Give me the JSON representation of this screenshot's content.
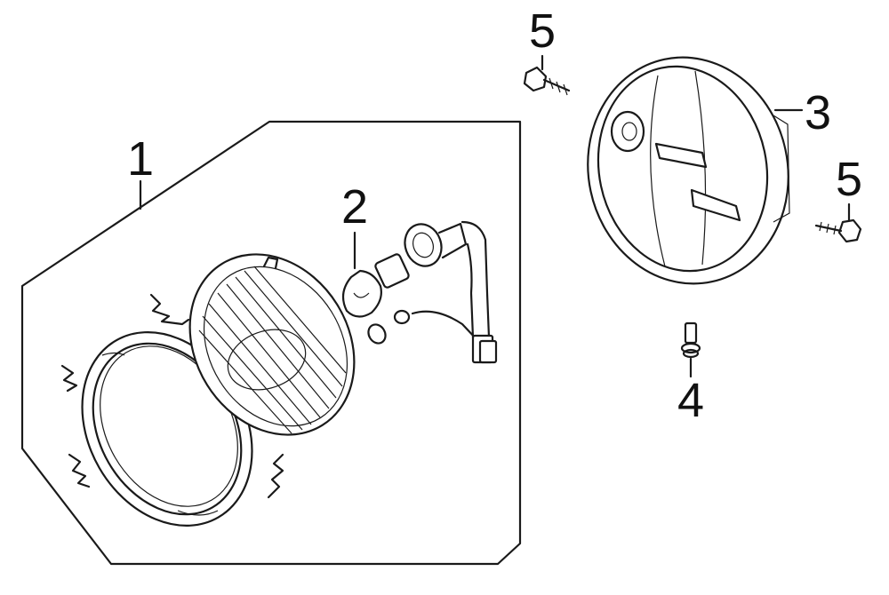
{
  "callouts": {
    "c1": "1",
    "c2": "2",
    "c3": "3",
    "c4": "4",
    "c5a": "5",
    "c5b": "5"
  },
  "colors": {
    "ink": "#1a1a1a",
    "paper": "#ffffff"
  }
}
